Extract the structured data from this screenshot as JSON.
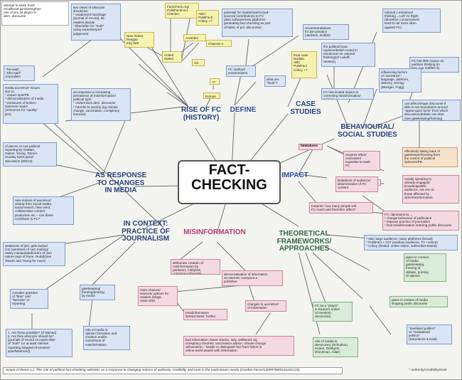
{
  "colors": {
    "blue": "#d9e4f4",
    "yellow": "#f6f3b0",
    "pink": "#f4d9e3",
    "green": "#d8ecd8",
    "orange": "#f7e2cd",
    "line": "#666666"
  },
  "central": "FACT-\nCHECKING",
  "branches": {
    "rise": "RISE OF FC\n(HISTORY)",
    "define": "DEFINE",
    "case": "CASE\nSTUDIES",
    "behav": "BEHAVIOURAL/\nSOCIAL STUDIES",
    "response": "AS RESPONSE\nTO CHANGES\nIN MEDIA",
    "context": "IN CONTEXT:\nPRACTICE OF\nJOURNALISM",
    "misinfo": "MISINFORMATION",
    "impact": "IMPACT",
    "theory": "THEORETICAL\nFRAMEWORKS/\nAPPROACHES"
  },
  "nodes": {
    "n_attempt": "attempt to seize trust/\nrecalibrate jsm/strengthen\nrole of jsm as player in\ndem. discourse",
    "n_heshe": "\"He-said\",\n\"She-said\"\njournalism",
    "n_twoviews": "two views of what jsm\nshould be:\n* unadorned reportage\n(journal of record), let\nreaders decide\n* filter/sifter for \"truth\"\nusing expertise/prof\njudgement",
    "n_fcorg": "FactCheck.org/\nPolitiFact/Fact\nChecker",
    "n_abc": "ABC/\nPolitiFact/\nCrikey +?",
    "n_ny": "New Yorker\nReagan\nIraq War",
    "n_australia": "Australia",
    "n_ch4": "Channel 4",
    "n_us": "United\nStates",
    "n_uk": "UK",
    "n_qq": "??",
    "n_europe": "Europe",
    "n_potential": "potential for reader/user/crowd-\nsourced contributions to FC\n(also software/new platforms\ngenerating fact-checking as part\nof fabric of pol. discourse)",
    "n_recs": "recommendations\nfor jsm practice\n(Jackson, Dobbs)",
    "n_method": "FC method/\npractice/aims",
    "n_what": "what are\n\"facts\"?",
    "n_local": "local case\nstudies:\nABC\nPolitiFact\nCrikey +?",
    "n_rational": "rational v emotional\nthinking = Left Vs Right\n(therefore conservatives\ntend to rail more often\nagainst FC)",
    "n_brain": "the political brain\n(opinion/belief rooted in\nemotional not rational\nthinking)(cf Lakoff,\nWeston)",
    "n_little": "FC has little impact on\npartisan thinking (in\nfact, can reaffirm it)",
    "n_limited": "FC has limited impact in\ncorrecting misinformation/\nopinion",
    "n_influencing": "influencing factors\non aucretrus*:\nlanguage, platform,\ndelivery, tech/gy\n(Metzger, Fogg)",
    "n_shape": "can affect/shape discourse if\nable to set boundaries around\n\"agree-upon facts\" from which\ndiscussion/debate can start\n(see gatekeeping/framing)",
    "n_gatekeep2": "effectively taking back of\ngatekeeper/framing from\nthe control of political\nspinners/PR",
    "n_mediaissues": "media aucretrus* issues\ndue to:\n* impact spin/PR\n* democratisation of media\n* pressures of broken\nbusiness model\n(resources for \"quality\"\njsm)",
    "n_response": "as response to increasing\nprevalence of misinformation/\npolitical spin:\n* undermines dem. discourse\n* harmful to society (eg climate\nchange, vaccination, conspiracy\ntheories)",
    "n_pieces": "of pieces re Aus political\nreporting by Grattan,\nOakes, Young, Tanner,\nSunday Extra panel\ndiscussion (9/6/13)",
    "n_requires": "requires effort/\nmotivation/\nexpertise to seek\nFC",
    "n_limaud": "limitations of audience/\ndissemination of FC\ncontent",
    "n_mostly": "mostly speaking to\nalready-engaged/\nknowledgeable\naudience, not nec to\nthose affected by\nspin/misinformation",
    "n_newnotions": "new notions of aucretrus*\narising from social media,\nsocial search, hive mind,\ncollaborative content\nproduction etc – can these\ncontribute to FC?",
    "n_footprint": "footprint: how many people will\nFC reach and therefore affect?",
    "n_aims": "FC claim/aims to ...\n* change behaviour of politicians\n* improve practice of journalism\n* limit misinformation entering public discourse",
    "n_weakness": "weakness of jsm: gets locked\ninto narratives of own making/\neasily manipulated/victim of own\nnature (ego of Pyne, Rudd)(See\nTanner and Young for more)",
    "n_deliberate": "deliberate creation of\nmisinformation by\npartisans, lobbyists,\nconspiracy theorists ...",
    "n_demo": "democratisation of information\non internet: everyone a\npublisher",
    "n_abcmore": "* ABC large audience, many platforms (broad)\n* PolitiFact + Ch7 (medium audience, TV +online)\n* Crikey (limited: online online, subscriber-based)",
    "n_choices": "more choices/\nsources/ options for\nreaders (blogs,\nnews sites",
    "n_spread": "(mis)information\nspread faster, further",
    "n_place1": "place in context\nof media\ngatekeeping,\nframing of\ndebate, priming\nof opinion",
    "n_consider": "consider question\nof \"bias\" and\n\"fairness\" in\nreporting",
    "n_gateprime": "gatekeeping/\nframing/priming\nby media",
    "n_changes": "changes to aucretrus*\nof information",
    "n_player": "FC as a \"player\"\nin Keane's notion\nof monitory\ndemocracy",
    "n_place2": "place in context of media\nshaping public discourse",
    "n_role": "role of media in\nopinion formation and\ncreation and/or\nconversion of\nmisinformation",
    "n_roledemo": "role of media in\ndemocracy (Schudson,\nKeane, Dahlgren,\nDruckman, Adair)",
    "n_mediated": "\"mediated politics\"\nvs \"mediatised\npolitics\"\n(Strombeck & Kaid)",
    "n_truths": "1. Are these possible? (cf Manas)\n2. Are they what jsm should be?\n(journals of record vs expert filter\nof \"truth\" (or at least rational\nreporting stripped of emotion/\nspin/falsehood)",
    "n_bad": "bad information, fewer checks, lazy, unfiltered: eg,\nconspiracy theories, vaccination advice, climate change\nobfuscation – harder to distinguish fact from fiction in\nonline world awash with information"
  },
  "tags": {
    "limitations": "limitations",
    "potential": "potential"
  },
  "footer": {
    "scope": "Scope of thesis v.1: The role of political fact-checking websites as a response to changing notions of authority, credibility and trust in the mainstream media  (Gordon Farrer/s3099786/0416191215)",
    "note": "* authority/credibility/trust"
  }
}
